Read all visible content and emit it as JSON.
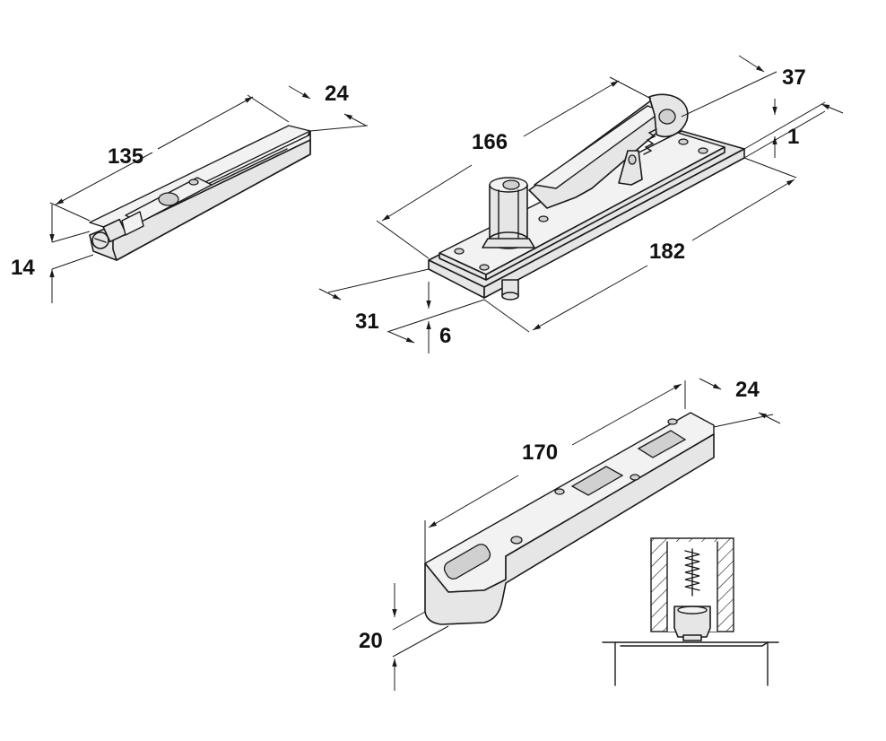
{
  "dimensions": {
    "rail": {
      "length": "135",
      "width": "24",
      "height": "14"
    },
    "pivot": {
      "length_top": "166",
      "width": "37",
      "plate_thickness": "1",
      "length_bottom": "182",
      "base_width": "31",
      "base_height": "6"
    },
    "arm": {
      "length": "170",
      "width": "24",
      "height": "20"
    }
  },
  "colors": {
    "line": "#1a1a1a",
    "fill": "#e6e6e6",
    "background": "#ffffff"
  }
}
